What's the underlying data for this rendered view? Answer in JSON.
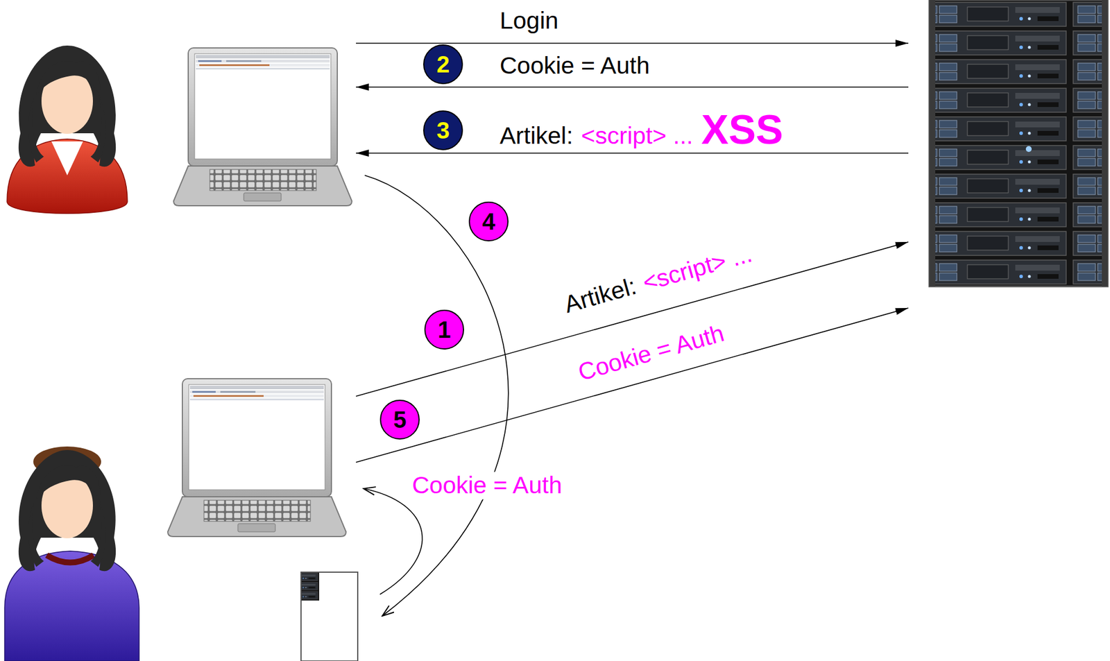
{
  "diagram": {
    "nodes": [
      {
        "text": [
          "2"
        ]
      },
      {
        "text": [
          "3"
        ]
      },
      {
        "text": [
          "4"
        ]
      },
      {
        "text": [
          "1"
        ]
      },
      {
        "text": [
          "5"
        ]
      }
    ],
    "labels": [
      "Login",
      "Cookie = Auth",
      "Artikel:",
      "<script> ...",
      "XSS",
      "Artikel:",
      "<script> ...",
      "Cookie = Auth",
      "Cookie = Auth"
    ]
  }
}
